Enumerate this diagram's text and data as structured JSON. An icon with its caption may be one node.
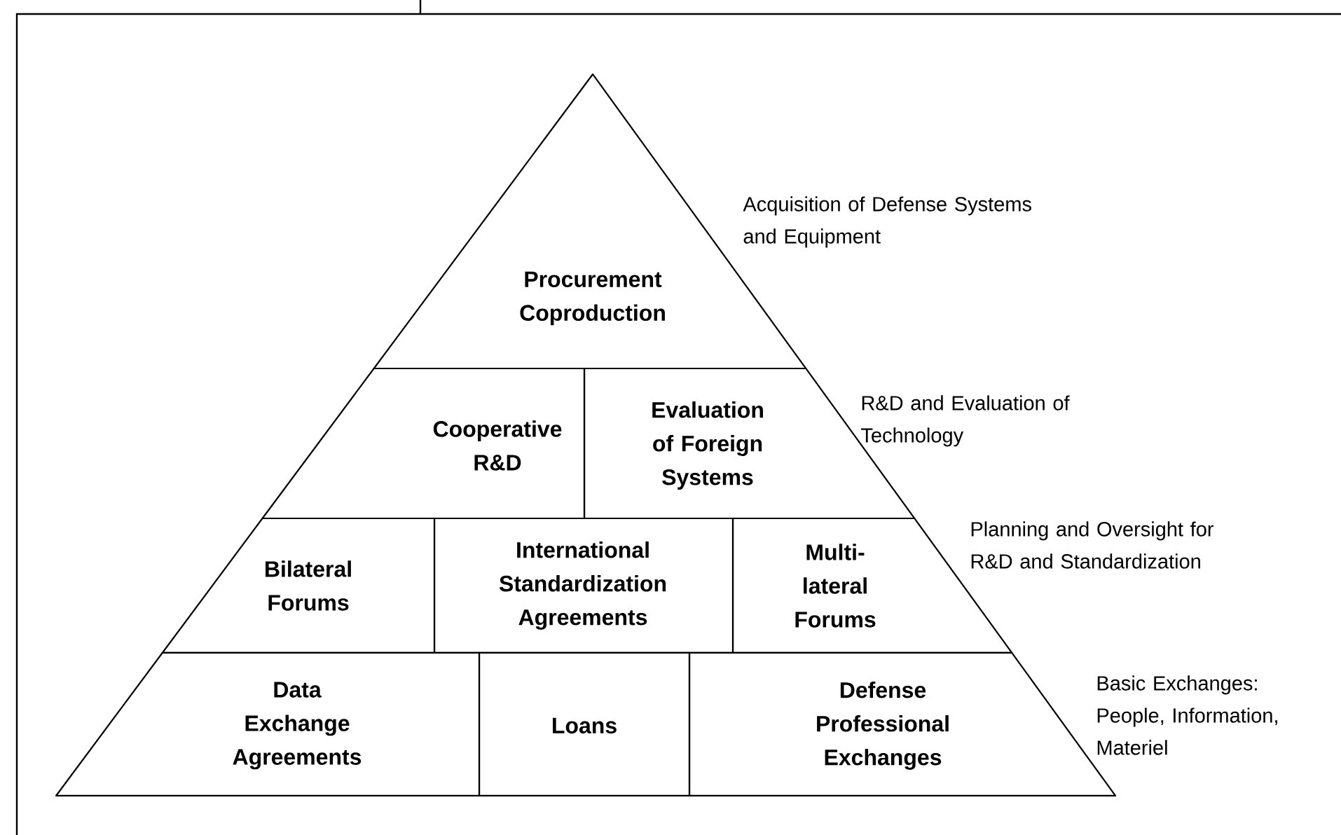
{
  "diagram": {
    "nodes": [
      {
        "text": [
          "Procurement Coproduction"
        ]
      },
      {
        "text": [
          "Cooperative R&D"
        ]
      },
      {
        "text": [
          "Evaluation of Foreign Systems"
        ]
      },
      {
        "text": [
          "Bilateral Forums"
        ]
      },
      {
        "text": [
          "International Standardization Agreements"
        ]
      },
      {
        "text": [
          "Multi- lateral Forums"
        ]
      },
      {
        "text": [
          "Data Exchange Agreements"
        ]
      },
      {
        "text": [
          "Loans"
        ]
      },
      {
        "text": [
          "Defense Professional Exchanges"
        ]
      }
    ],
    "labels": [
      "Acquisition of Defense Systems and Equipment",
      "R&D and Evaluation of Technology",
      "Planning and Oversight for R&D and Standardization",
      "Basic Exchanges: People, Information, Materiel"
    ]
  }
}
